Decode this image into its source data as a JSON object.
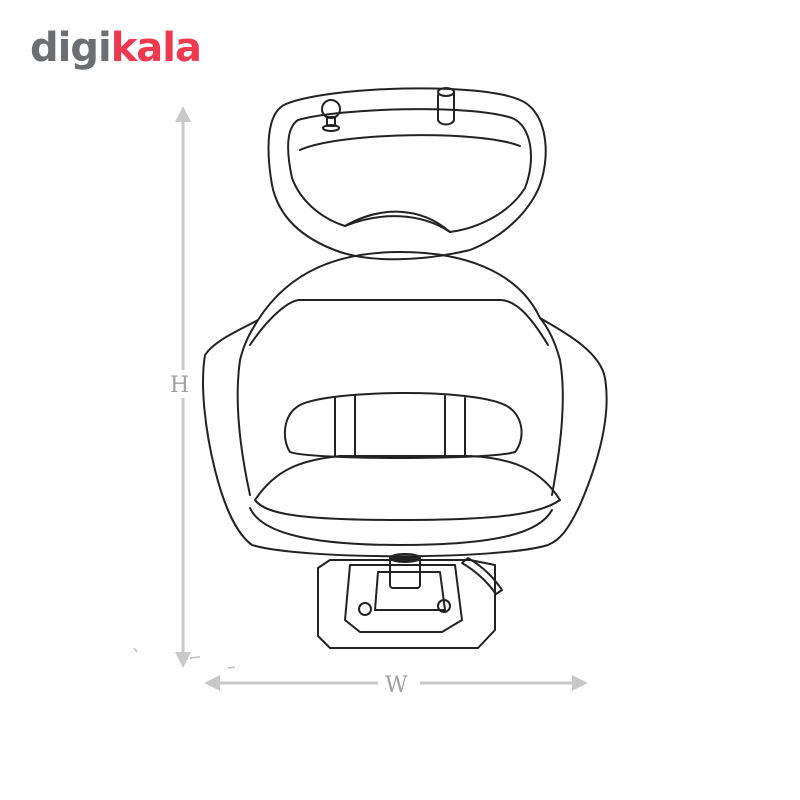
{
  "brand": {
    "part1": "digi",
    "part2": "kala",
    "color_gray": "#6d6e71",
    "color_red": "#ef394e"
  },
  "dimensions": {
    "height_label": "H",
    "width_label": "W",
    "arrow_color": "#c8c8c8"
  },
  "product": {
    "icon": "shampoo-chair-line-drawing"
  }
}
